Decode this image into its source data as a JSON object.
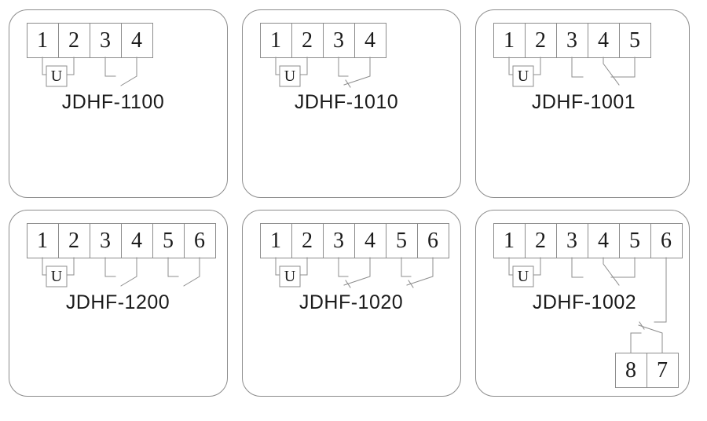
{
  "colors": {
    "line": "#8c8c8c",
    "text": "#1b1b1b",
    "background": "#ffffff"
  },
  "panels": [
    {
      "model": "JDHF-1100",
      "terminals": [
        "1",
        "2",
        "3",
        "4"
      ],
      "coil": "U",
      "contacts": [
        {
          "type": "normally-open",
          "terminals": [
            "3",
            "4"
          ]
        }
      ]
    },
    {
      "model": "JDHF-1010",
      "terminals": [
        "1",
        "2",
        "3",
        "4"
      ],
      "coil": "U",
      "contacts": [
        {
          "type": "normally-closed",
          "terminals": [
            "3",
            "4"
          ]
        }
      ]
    },
    {
      "model": "JDHF-1001",
      "terminals": [
        "1",
        "2",
        "3",
        "4",
        "5"
      ],
      "coil": "U",
      "contacts": [
        {
          "type": "changeover",
          "terminals": [
            "3",
            "4",
            "5"
          ]
        }
      ]
    },
    {
      "model": "JDHF-1200",
      "terminals": [
        "1",
        "2",
        "3",
        "4",
        "5",
        "6"
      ],
      "coil": "U",
      "contacts": [
        {
          "type": "normally-open",
          "terminals": [
            "3",
            "4"
          ]
        },
        {
          "type": "normally-open",
          "terminals": [
            "5",
            "6"
          ]
        }
      ]
    },
    {
      "model": "JDHF-1020",
      "terminals": [
        "1",
        "2",
        "3",
        "4",
        "5",
        "6"
      ],
      "coil": "U",
      "contacts": [
        {
          "type": "normally-closed",
          "terminals": [
            "3",
            "4"
          ]
        },
        {
          "type": "normally-closed",
          "terminals": [
            "5",
            "6"
          ]
        }
      ]
    },
    {
      "model": "JDHF-1002",
      "terminals": [
        "1",
        "2",
        "3",
        "4",
        "5",
        "6"
      ],
      "coil": "U",
      "aux_terminals": [
        "8",
        "7"
      ],
      "contacts": [
        {
          "type": "changeover",
          "terminals": [
            "3",
            "4",
            "5"
          ]
        },
        {
          "type": "changeover-remote",
          "terminals": [
            "6",
            "8",
            "7"
          ]
        }
      ]
    }
  ]
}
